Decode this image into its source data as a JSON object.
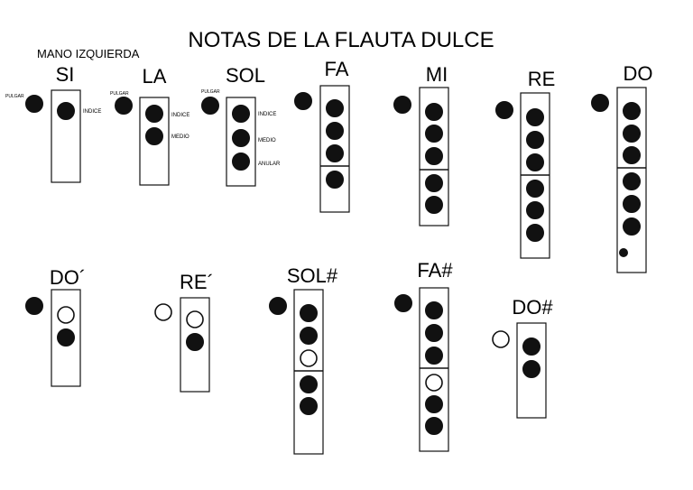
{
  "title": "NOTAS DE LA FLAUTA DULCE",
  "subtitle": "MANO IZQUIERDA",
  "finger_labels": {
    "pulgar": "PULGAR",
    "indice": "INDICE",
    "medio": "MEDIO",
    "anular": "ANULAR"
  },
  "notes": [
    {
      "name": "SI",
      "thumb": "closed",
      "upper": [
        "closed"
      ],
      "lower": []
    },
    {
      "name": "LA",
      "thumb": "closed",
      "upper": [
        "closed",
        "closed"
      ],
      "lower": []
    },
    {
      "name": "SOL",
      "thumb": "closed",
      "upper": [
        "closed",
        "closed",
        "closed"
      ],
      "lower": []
    },
    {
      "name": "FA",
      "thumb": "closed",
      "upper": [
        "closed",
        "closed",
        "closed"
      ],
      "lower": [
        "closed"
      ]
    },
    {
      "name": "MI",
      "thumb": "closed",
      "upper": [
        "closed",
        "closed",
        "closed"
      ],
      "lower": [
        "closed",
        "closed"
      ]
    },
    {
      "name": "RE",
      "thumb": "closed",
      "upper": [
        "closed",
        "closed",
        "closed"
      ],
      "lower": [
        "closed",
        "closed",
        "closed"
      ]
    },
    {
      "name": "DO",
      "thumb": "closed",
      "upper": [
        "closed",
        "closed",
        "closed"
      ],
      "lower": [
        "closed",
        "closed",
        "closed"
      ],
      "extra": "closed-small"
    },
    {
      "name": "DO´",
      "thumb": "closed",
      "upper": [
        "open",
        "closed"
      ],
      "lower": []
    },
    {
      "name": "RE´",
      "thumb": "open",
      "upper": [
        "open",
        "closed"
      ],
      "lower": []
    },
    {
      "name": "SOL#",
      "thumb": "closed",
      "upper": [
        "closed",
        "closed",
        "open"
      ],
      "lower": [
        "closed",
        "closed"
      ]
    },
    {
      "name": "FA#",
      "thumb": "closed",
      "upper": [
        "closed",
        "closed",
        "closed"
      ],
      "lower": [
        "open",
        "closed",
        "closed"
      ]
    },
    {
      "name": "DO#",
      "thumb": "open",
      "upper": [
        "closed",
        "closed"
      ],
      "lower": []
    }
  ]
}
